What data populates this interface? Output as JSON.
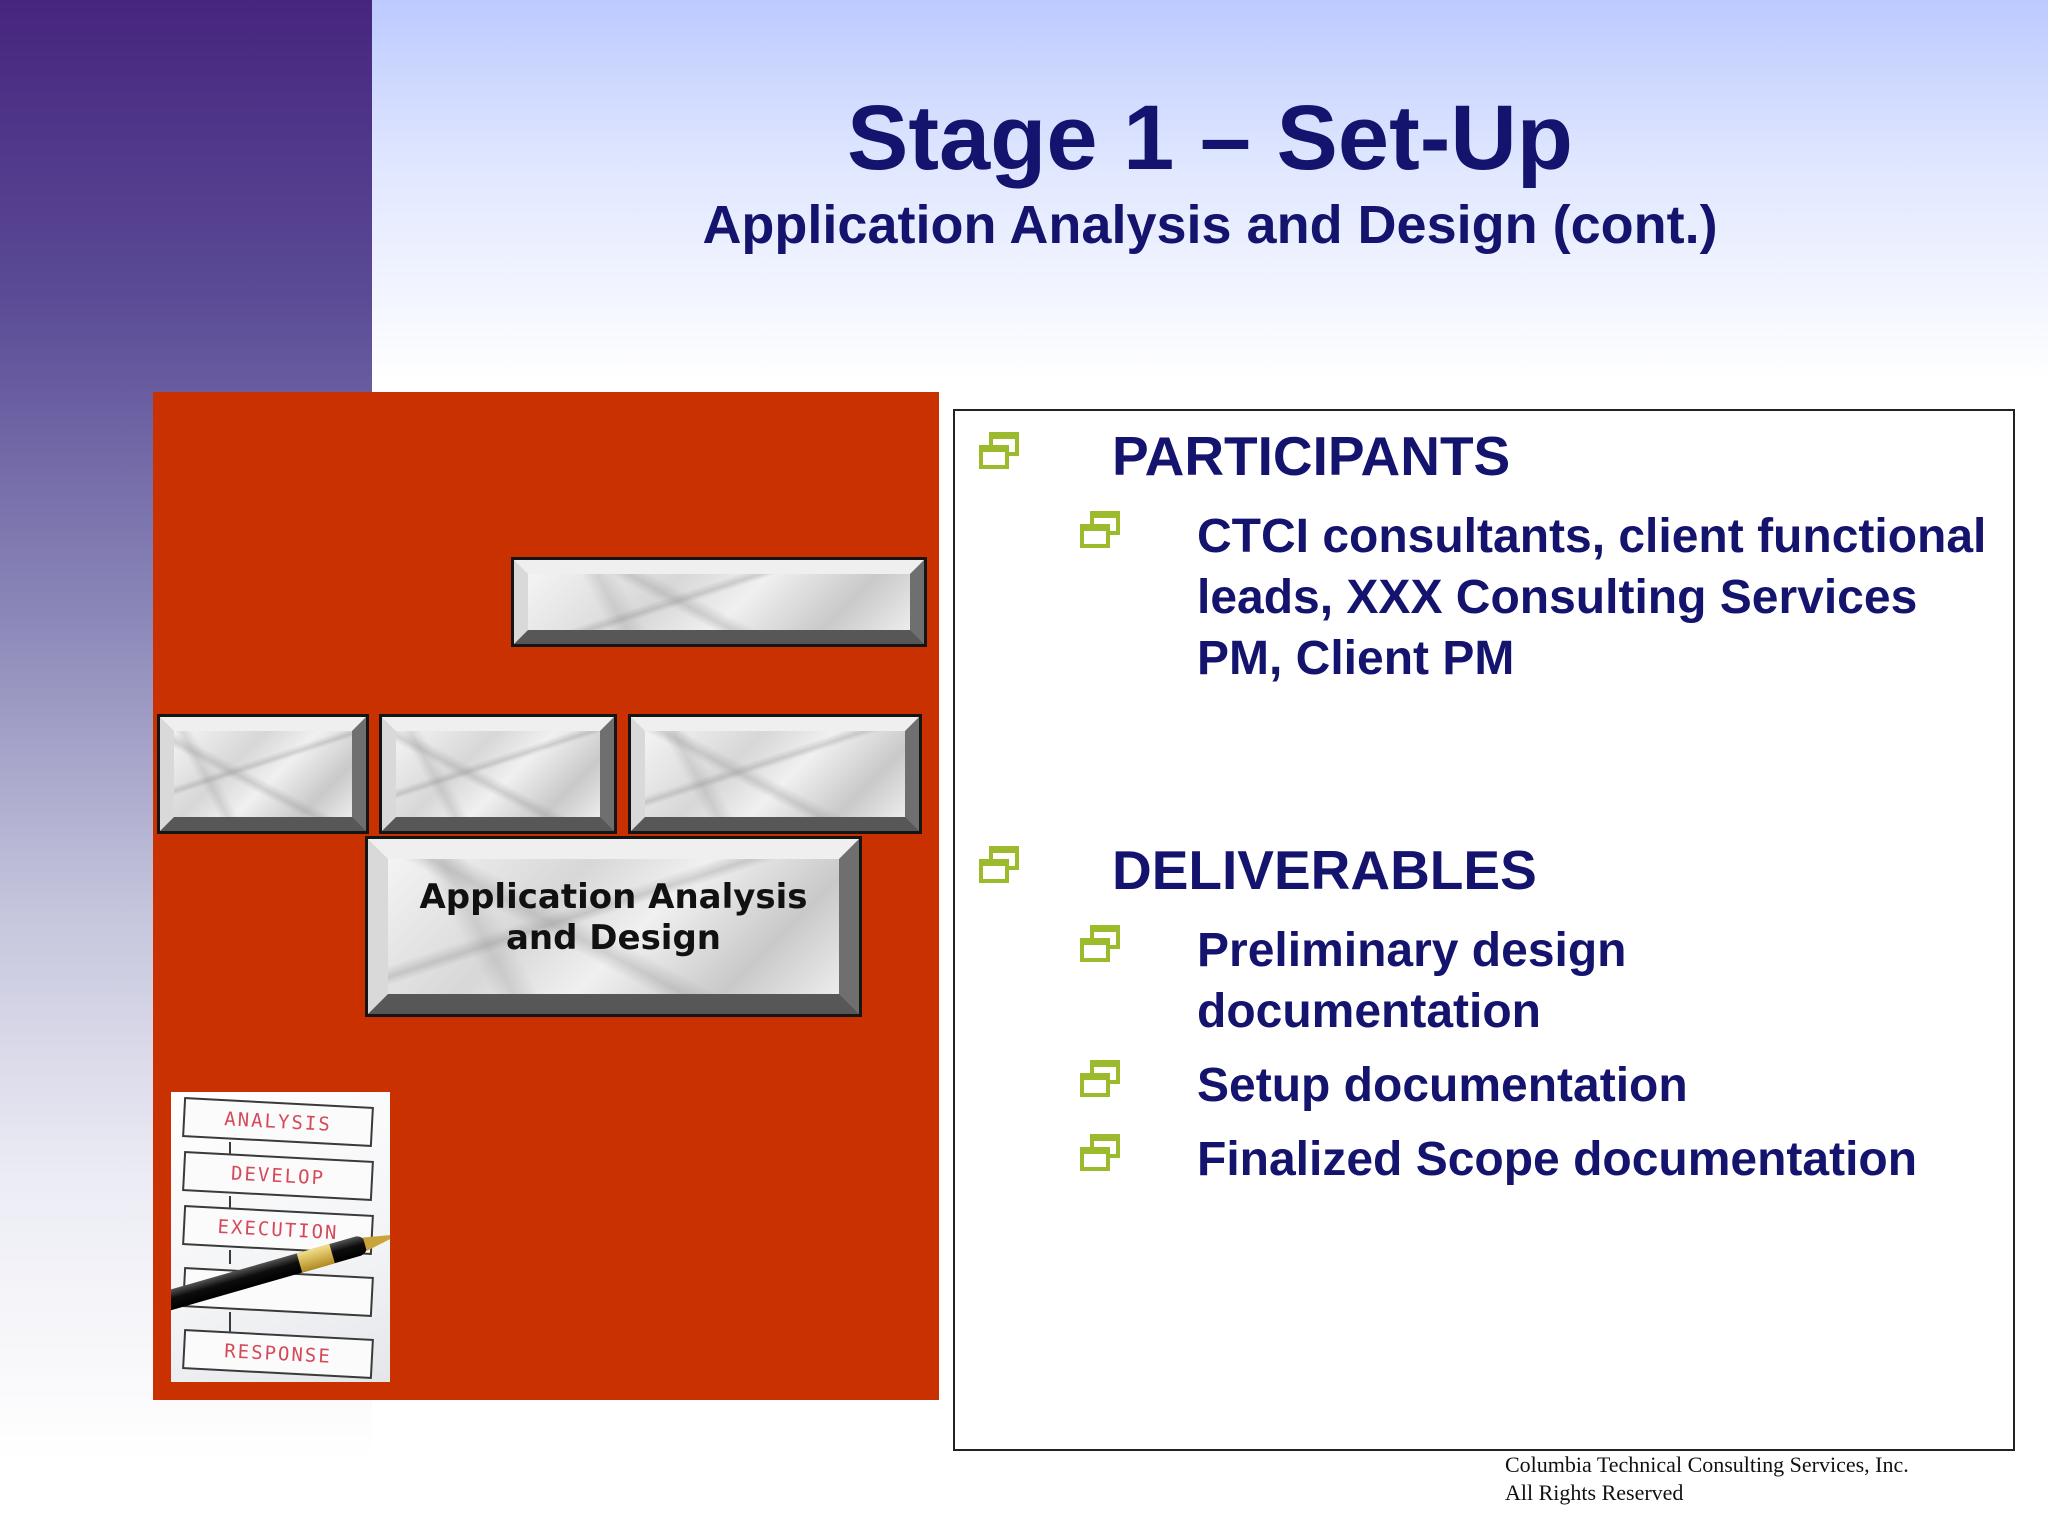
{
  "slide": {
    "title": "Stage 1 – Set-Up",
    "subtitle": "Application Analysis and Design (cont.)"
  },
  "diagram": {
    "highlighted_box_label": "Application Analysis and Design",
    "photo_steps": [
      "ANALYSIS",
      "DEVELOP",
      "EXECUTION",
      "",
      "RESPONSE"
    ]
  },
  "content": {
    "sections": [
      {
        "heading": "PARTICIPANTS",
        "items": [
          "CTCI consultants, client functional leads, XXX Consulting Services PM, Client PM"
        ]
      },
      {
        "heading": "DELIVERABLES",
        "items": [
          "Preliminary design documentation",
          "Setup documentation",
          "Finalized Scope documentation"
        ]
      }
    ],
    "bullet_icon": "window-stack-icon",
    "bullet_color": "#9bbb2c",
    "text_color": "#14136e"
  },
  "footer": {
    "line1": "Columbia Technical Consulting Services, Inc.",
    "line2": "All Rights Reserved"
  },
  "colors": {
    "left_band_top": "#46257f",
    "panel": "#c93200",
    "title": "#14136e"
  }
}
